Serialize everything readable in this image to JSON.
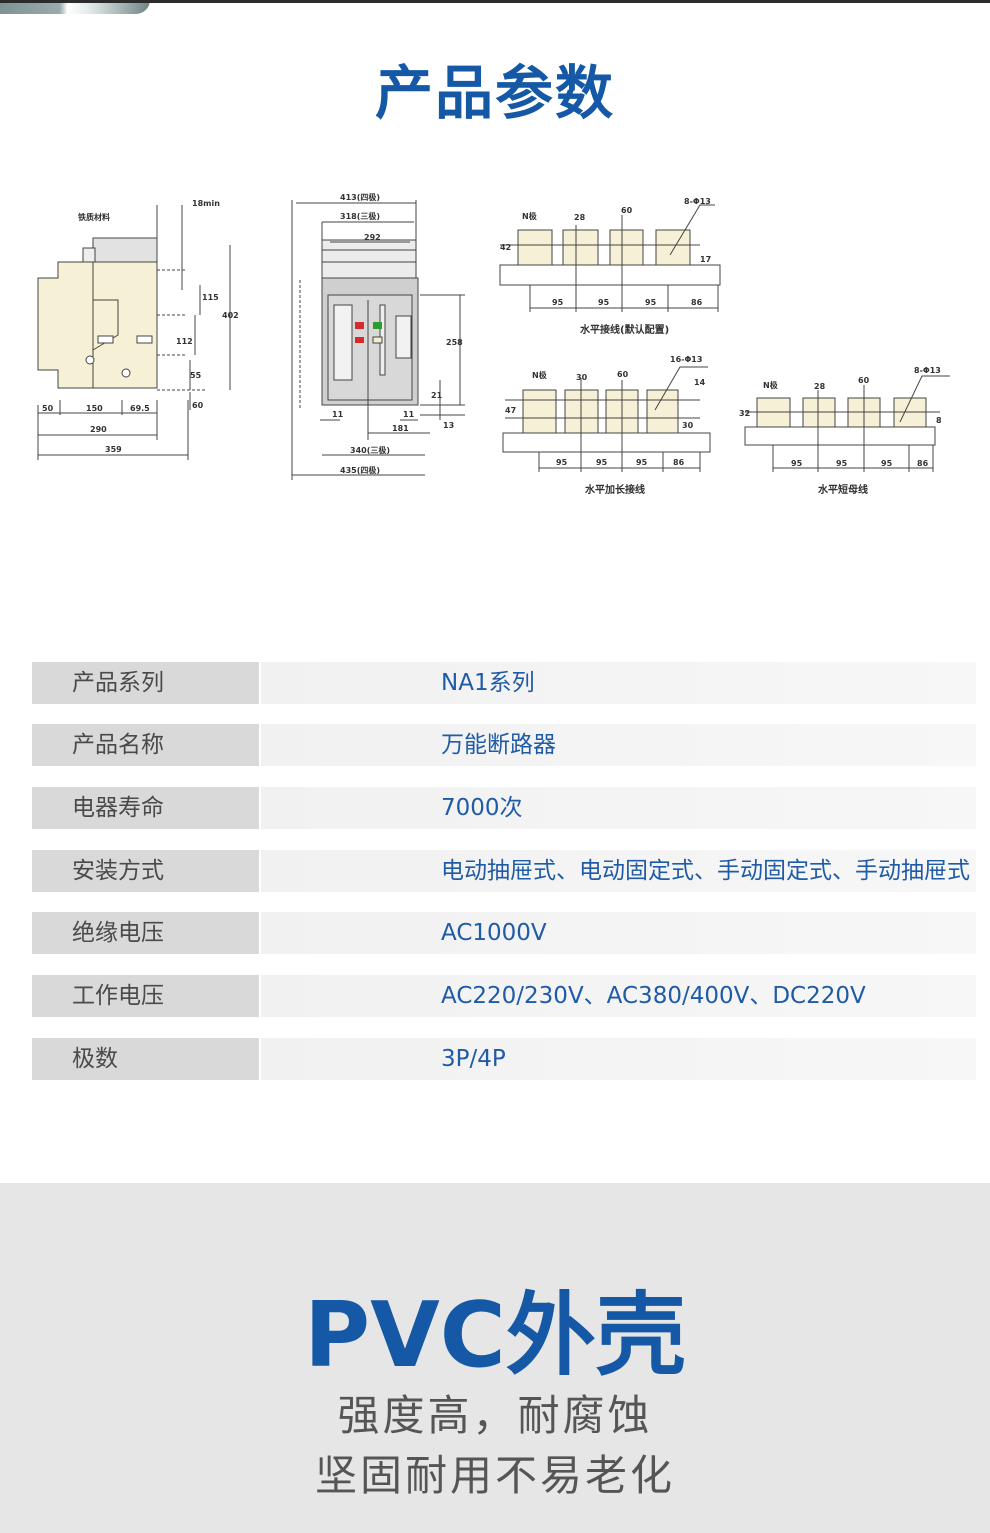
{
  "title": "产品参数",
  "diagrams": {
    "d1": [
      "铁质材料",
      "18min",
      "115",
      "402",
      "112",
      "55",
      "60",
      "50",
      "150",
      "69.5",
      "290",
      "359"
    ],
    "d2": [
      "413(四极)",
      "318(三极)",
      "292",
      "258",
      "21",
      "13",
      "11",
      "11",
      "181",
      "340(三极)",
      "435(四极)"
    ],
    "d3": [
      "N极",
      "28",
      "60",
      "8-Φ13",
      "42",
      "17",
      "95",
      "95",
      "95",
      "86",
      "水平接线(默认配置)"
    ],
    "d4": [
      "N极",
      "30",
      "60",
      "16-Φ13",
      "14",
      "47",
      "30",
      "95",
      "95",
      "95",
      "86",
      "水平加长接线"
    ],
    "d5": [
      "N极",
      "28",
      "60",
      "8-Φ13",
      "32",
      "8",
      "95",
      "95",
      "95",
      "86",
      "水平短母线"
    ]
  },
  "specs": [
    {
      "label": "产品系列",
      "value": "NA1系列"
    },
    {
      "label": "产品名称",
      "value": "万能断路器"
    },
    {
      "label": "电器寿命",
      "value": "7000次"
    },
    {
      "label": "安装方式",
      "value": "电动抽屉式、电动固定式、手动固定式、手动抽屉式"
    },
    {
      "label": "绝缘电压",
      "value": "AC1000V"
    },
    {
      "label": "工作电压",
      "value": "AC220/230V、AC380/400V、DC220V"
    },
    {
      "label": "极数",
      "value": "3P/4P"
    }
  ],
  "feature": {
    "headline": "PVC外壳",
    "line1": "强度高，耐腐蚀",
    "line2": "坚固耐用不易老化"
  },
  "colors": {
    "brand_blue": "#1558a6",
    "value_blue": "#1f5ba6",
    "label_bg": "#d9d9d9",
    "bottom_bg": "#e6e6e6"
  }
}
